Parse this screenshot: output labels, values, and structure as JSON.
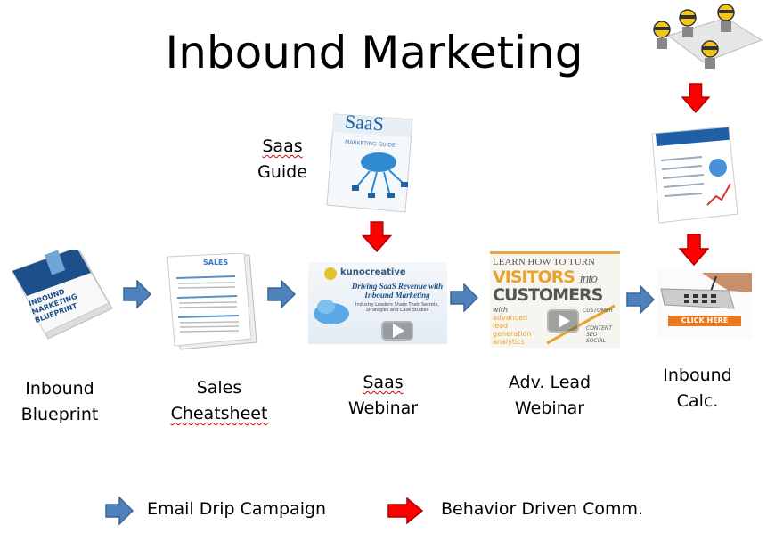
{
  "title": "Inbound Marketing",
  "saas_guide": {
    "line1": "Saas",
    "line2": "Guide",
    "cover_text": "SaaS",
    "cover_sub": "MARKETING GUIDE"
  },
  "steps": [
    {
      "line1": "Inbound",
      "line2": "Blueprint",
      "thumb_text": "INBOUND MARKETING BLUEPRINT"
    },
    {
      "line1": "Sales",
      "line2": "Cheatsheet",
      "thumb_text": "SALES"
    },
    {
      "line1": "Saas",
      "line2": "Webinar",
      "thumb_brand": "kunocreative",
      "thumb_title": "Driving SaaS Revenue with Inbound Marketing",
      "thumb_sub": "Industry Leaders Share Their Secrets, Strategies and Case Studies"
    },
    {
      "line1": "Adv. Lead",
      "line2": "Webinar",
      "thumb_l1": "LEARN HOW TO TURN",
      "thumb_l2": "VISITORS",
      "thumb_l2b": "into",
      "thumb_l3": "CUSTOMERS",
      "thumb_l4": "with",
      "thumb_l5": "advanced lead generation analytics",
      "thumb_tag1": "CUSTOMER",
      "thumb_tag2": "CONTENT SEO SOCIAL"
    },
    {
      "line1": "Inbound",
      "line2": "Calc.",
      "thumb_button": "CLICK HERE"
    }
  ],
  "legend": {
    "email": "Email Drip Campaign",
    "behavior": "Behavior Driven Comm."
  },
  "colors": {
    "blue_arrow": "#4f81bd",
    "red_arrow": "#ff0000",
    "click_here": "#e8791e"
  }
}
